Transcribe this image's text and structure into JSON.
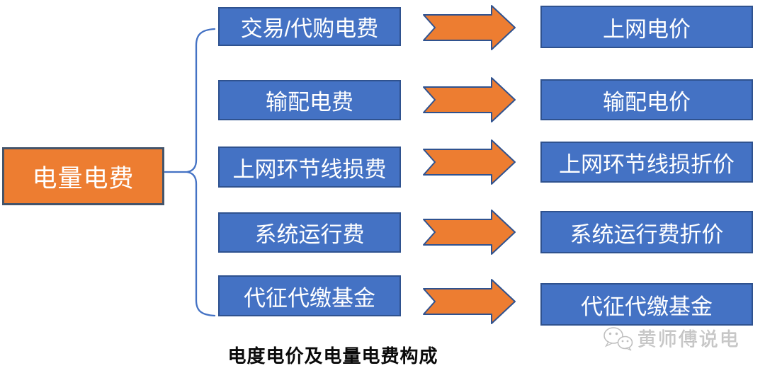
{
  "diagram": {
    "root": {
      "label": "电量电费"
    },
    "rows": [
      {
        "fee": "交易/代购电费",
        "price": "上网电价"
      },
      {
        "fee": "输配电费",
        "price": "输配电价"
      },
      {
        "fee": "上网环节线损费",
        "price": "上网环节线损折价"
      },
      {
        "fee": "系统运行费",
        "price": "系统运行费折价"
      },
      {
        "fee": "代征代缴基金",
        "price": "代征代缴基金"
      }
    ],
    "caption": "电度电价及电量电费构成"
  },
  "watermark": {
    "icon": "wechat-icon",
    "text": "黄师傅说电"
  },
  "colors": {
    "box_blue_fill": "#4472C4",
    "box_blue_border": "#2F528F",
    "orange_fill": "#ED7D31",
    "orange_border": "#44546A",
    "brace_blue": "#4472C4",
    "caption_black": "#0a0a0a",
    "watermark_gray": "#c8c8c8"
  }
}
